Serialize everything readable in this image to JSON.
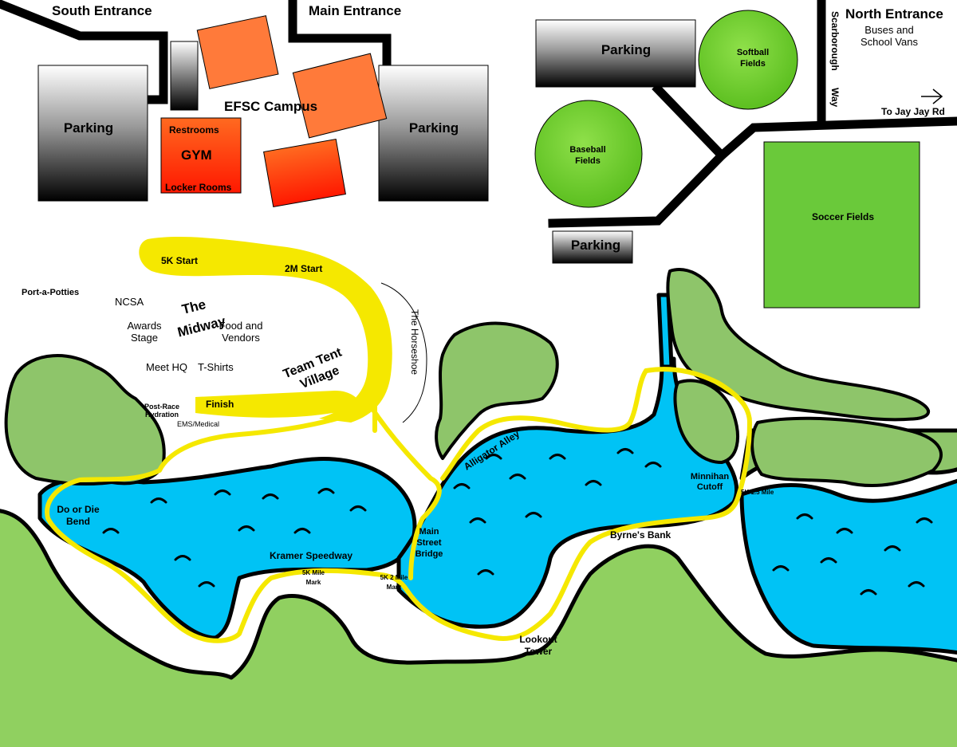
{
  "entrances": {
    "south": "South Entrance",
    "main": "Main Entrance",
    "north": "North Entrance",
    "north_note_line1": "Buses and",
    "north_note_line2": "School Vans"
  },
  "roads": {
    "scarborough_line1": "Scarborough",
    "scarborough_line2": "Way",
    "jay_jay": "To Jay Jay Rd"
  },
  "campus": {
    "title": "EFSC Campus",
    "gym": "GYM",
    "restrooms": "Restrooms",
    "locker_rooms": "Locker Rooms"
  },
  "parking": {
    "label": "Parking"
  },
  "fields": {
    "softball_line1": "Softball",
    "softball_line2": "Fields",
    "baseball_line1": "Baseball",
    "baseball_line2": "Fields",
    "soccer": "Soccer Fields"
  },
  "venue": {
    "port_a_potties": "Port-a-Potties",
    "ncsa": "NCSA",
    "the_midway_line1": "The",
    "the_midway_line2": "Midway",
    "awards_line1": "Awards",
    "awards_line2": "Stage",
    "food_line1": "Food and",
    "food_line2": "Vendors",
    "meet_hq": "Meet HQ",
    "tshirts": "T-Shirts",
    "team_tent_line1": "Team Tent",
    "team_tent_line2": "Village",
    "post_race_line1": "Post-Race",
    "post_race_line2": "Hydration",
    "ems": "EMS/Medical",
    "horseshoe": "The Horseshoe"
  },
  "course": {
    "start_5k": "5K Start",
    "start_2m": "2M Start",
    "finish": "Finish"
  },
  "landmarks": {
    "do_or_die_line1": "Do or Die",
    "do_or_die_line2": "Bend",
    "kramer": "Kramer Speedway",
    "mark_5k_mile_line1": "5K Mile",
    "mark_5k_mile_line2": "Mark",
    "mark_5k_2mile_line1": "5K 2 Mile",
    "mark_5k_2mile_line2": "Mark",
    "main_st_line1": "Main",
    "main_st_line2": "Street",
    "main_st_line3": "Bridge",
    "alligator": "Alligator Alley",
    "minnihan_line1": "Minnihan",
    "minnihan_line2": "Cutoff",
    "mark_5k_15": "5K 1.5 Mile",
    "byrnes": "Byrne's Bank",
    "lookout_line1": "Lookout",
    "lookout_line2": "Tower"
  },
  "colors": {
    "water": "#00c3f5",
    "course": "#f5e800",
    "grass": "#90d060",
    "trees": "#8ec56a",
    "building_orange": "#ff7a3a",
    "building_red": "#ff2a12",
    "soccer": "#6ac93a"
  }
}
